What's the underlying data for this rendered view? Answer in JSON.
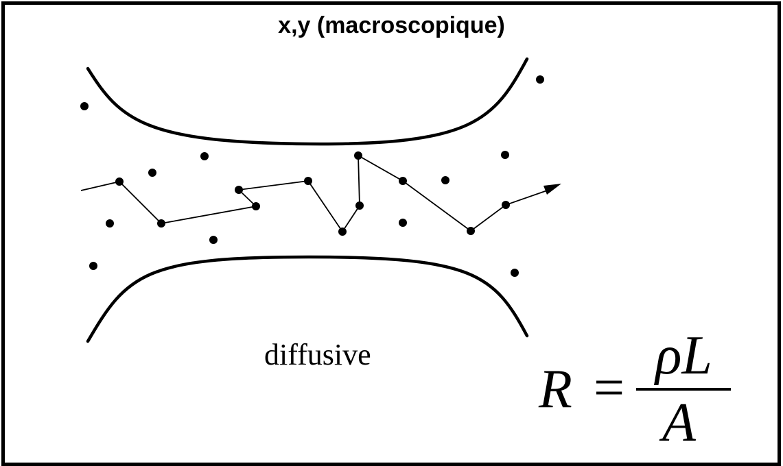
{
  "title": "x,y (macroscopique)",
  "label": "diffusive",
  "formula": {
    "lhs": "R",
    "equals": "=",
    "numerator": "ρL",
    "denominator": "A"
  },
  "colors": {
    "ink": "#000000",
    "background": "#ffffff"
  }
}
